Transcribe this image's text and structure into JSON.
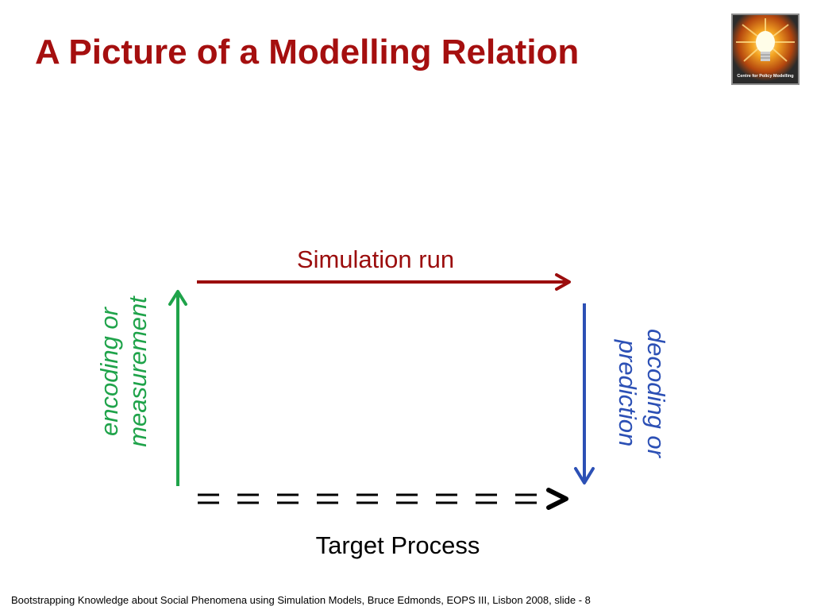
{
  "slide": {
    "title": "A Picture of a Modelling Relation",
    "footer": "Bootstrapping Knowledge about Social Phenomena using Simulation Models, Bruce Edmonds, EOPS III, Lisbon 2008, slide - 8"
  },
  "logo": {
    "caption": "Centre for Policy Modelling",
    "icon": "lightbulb-icon"
  },
  "diagram": {
    "top_label": "Simulation run",
    "bottom_label": "Target Process",
    "left_label_line1": "encoding or",
    "left_label_line2": "measurement",
    "right_label_line1": "decoding or",
    "right_label_line2": "prediction"
  },
  "colors": {
    "title": "#a50f0f",
    "simulation": "#9b0d0d",
    "encoding": "#1fa34a",
    "decoding": "#2c50b5",
    "target": "#000000",
    "logo_glow": "#f5a623",
    "logo_caption": "#ffffff"
  }
}
